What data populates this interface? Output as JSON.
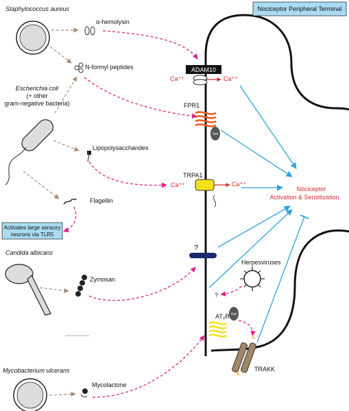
{
  "colors": {
    "magenta": "#e0218a",
    "tan": "#a58c74",
    "blue": "#2aa4dc",
    "red": "#d42a2a",
    "orange": "#f2a33a",
    "box_fill": "#a9dcf2",
    "yellow": "#f4e21a",
    "fpr_orange": "#e85d20",
    "navy": "#1b2a6e",
    "trakk_tan": "#a08866"
  },
  "header": {
    "terminal_label": "Nociceptor Peripheral Terminal"
  },
  "pathogens": {
    "staph": "Staphylococcus aureus",
    "ecoli_line1": "Escherichia coli",
    "ecoli_line2": "(+ other",
    "ecoli_line3": "gram-negative bacteria)",
    "candida": "Candida albicans",
    "myco": "Mycobacterium ulcerans",
    "herpes": "Herpesviruses"
  },
  "molecules": {
    "hemolysin": "α-hemolysin",
    "formyl": "N-formyl peptides",
    "lps": "Lipopolysaccharides",
    "flagellin": "Flagellin",
    "zymosan": "Zymosan",
    "mycolactone": "Mycolactone"
  },
  "receptors": {
    "adam10": "ADAM10",
    "fpr1": "FPR1",
    "trpa1": "TRPA1",
    "unknown": "?",
    "at2r": "AT₂R",
    "trakk": "TRAKK",
    "gi": "Gαi",
    "herpes_q": "?"
  },
  "ions": {
    "ca_in_adam": "Ca⁺⁺",
    "ca_out_adam": "Ca⁺⁺",
    "ca_in_trpa": "Ca⁺⁺",
    "ca_out_trpa": "Ca⁺⁺",
    "k_in": "K⁺",
    "k_out": "K⁺"
  },
  "tlr5_box": {
    "line1": "Activates large sensory",
    "line2": "neurons via TLR5"
  },
  "outcome": {
    "line1": "Nociceptor",
    "line2": "Activation & Sensitization"
  }
}
